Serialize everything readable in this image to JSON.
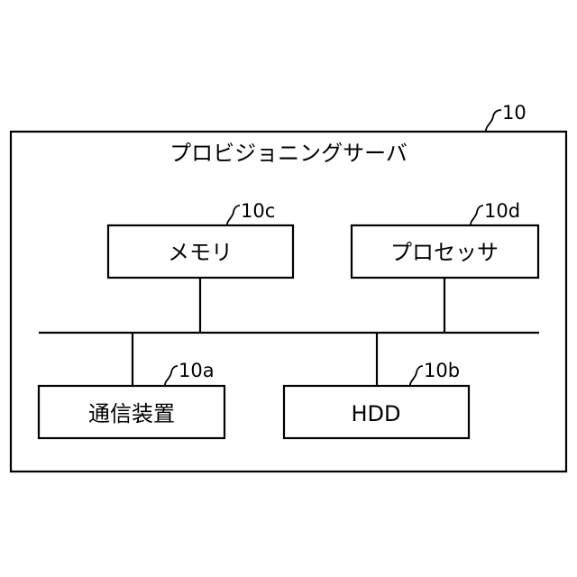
{
  "server": {
    "label": "プロビジョニングサーバ",
    "ref": "10"
  },
  "memory": {
    "label": "メモリ",
    "ref": "10c"
  },
  "processor": {
    "label": "プロセッサ",
    "ref": "10d"
  },
  "comm_device": {
    "label": "通信装置",
    "ref": "10a"
  },
  "hdd": {
    "label": "HDD",
    "ref": "10b"
  }
}
